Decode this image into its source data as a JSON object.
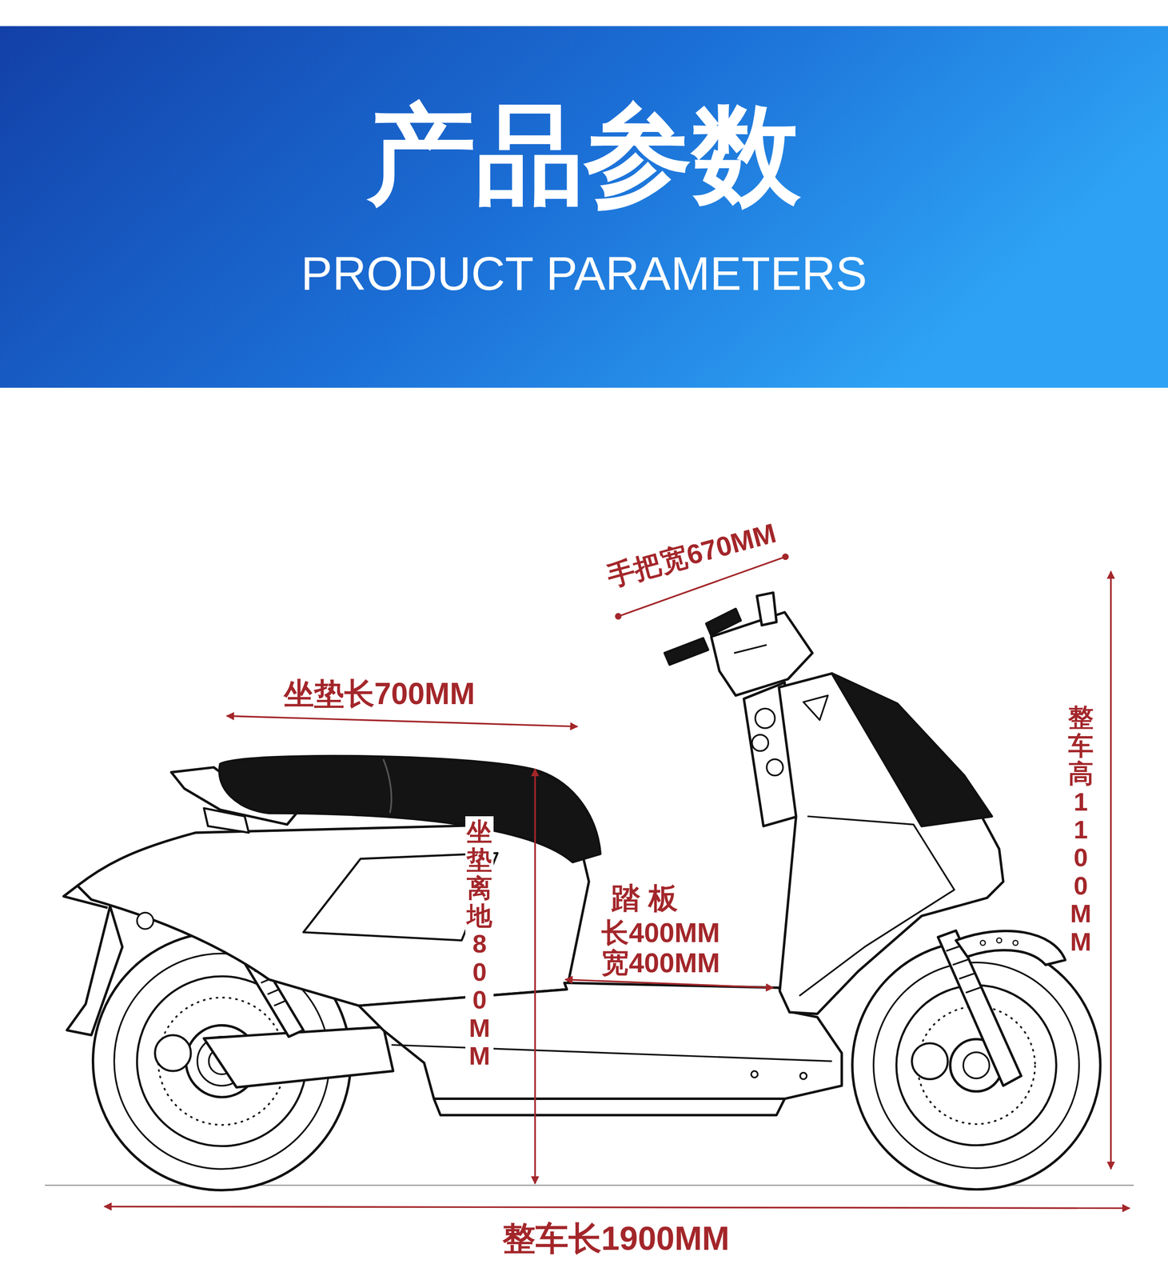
{
  "diagram": {
    "title": "产品参数",
    "labels": [
      "PRODUCT PARAMETERS",
      "手把宽670MM",
      "坐垫长700MM",
      "坐垫离地800MM",
      "踏 板",
      "长400MM",
      "宽400MM",
      "整车高1100MM",
      "整车长1900MM"
    ]
  }
}
